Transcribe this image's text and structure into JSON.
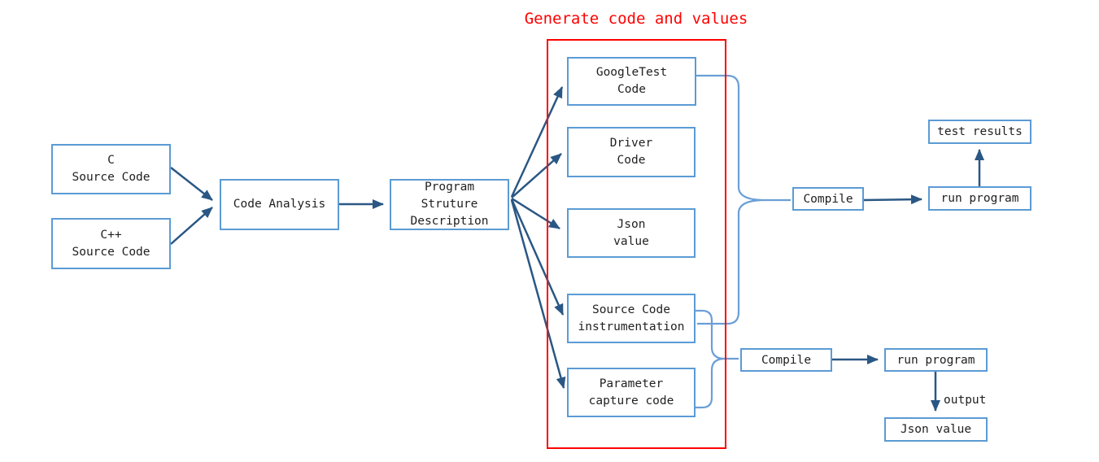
{
  "diagram": {
    "title": "Generate code and values",
    "output_label": "output"
  },
  "nodes": {
    "c_source": {
      "label": "C\nSource Code"
    },
    "cpp_source": {
      "label": "C++\nSource Code"
    },
    "code_analysis": {
      "label": "Code Analysis"
    },
    "program_structure": {
      "label": "Program\nStruture\nDescription"
    },
    "googletest_code": {
      "label": "GoogleTest\nCode"
    },
    "driver_code": {
      "label": "Driver\nCode"
    },
    "json_value": {
      "label": "Json\nvalue"
    },
    "source_code_instrumentation": {
      "label": "Source Code\ninstrumentation"
    },
    "parameter_capture_code": {
      "label": "Parameter\ncapture code"
    },
    "compile_top": {
      "label": "Compile"
    },
    "run_program_top": {
      "label": "run program"
    },
    "test_results": {
      "label": "test results"
    },
    "compile_bottom": {
      "label": "Compile"
    },
    "run_program_bottom": {
      "label": "run program"
    },
    "json_value_output": {
      "label": "Json value"
    }
  },
  "colors": {
    "box_border": "#5b9bd5",
    "connector": "#6b9fd6",
    "arrow": "#2a5784",
    "group_border": "#ff0000",
    "title_text": "#ff0000",
    "text": "#1f1f1f"
  }
}
